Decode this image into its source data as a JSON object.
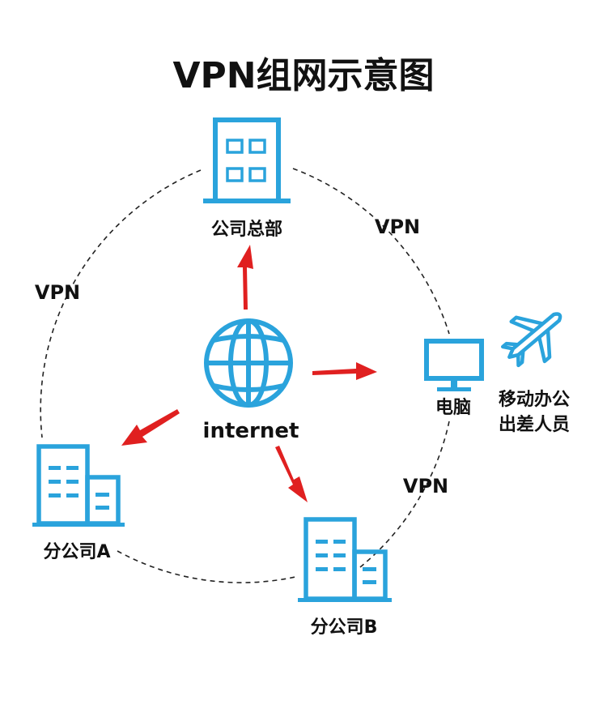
{
  "title": "VPN组网示意图",
  "center": {
    "label": "internet",
    "icon": "globe-icon"
  },
  "nodes": {
    "hq": {
      "label": "公司总部",
      "icon": "building-icon"
    },
    "pc": {
      "label": "电脑",
      "icon": "monitor-icon"
    },
    "mobile": {
      "label_line1": "移动办公",
      "label_line2": "出差人员",
      "icon": "airplane-icon"
    },
    "branch_a": {
      "label": "分公司A",
      "icon": "office-buildings-icon"
    },
    "branch_b": {
      "label": "分公司B",
      "icon": "office-buildings-icon"
    }
  },
  "links": {
    "hq_pc": "VPN",
    "hq_branch_a": "VPN",
    "pc_branch_b": "VPN"
  },
  "colors": {
    "icon_blue": "#2aa3dc",
    "arrow_red": "#e02020",
    "text": "#111111",
    "dashed_circle": "#222222"
  }
}
